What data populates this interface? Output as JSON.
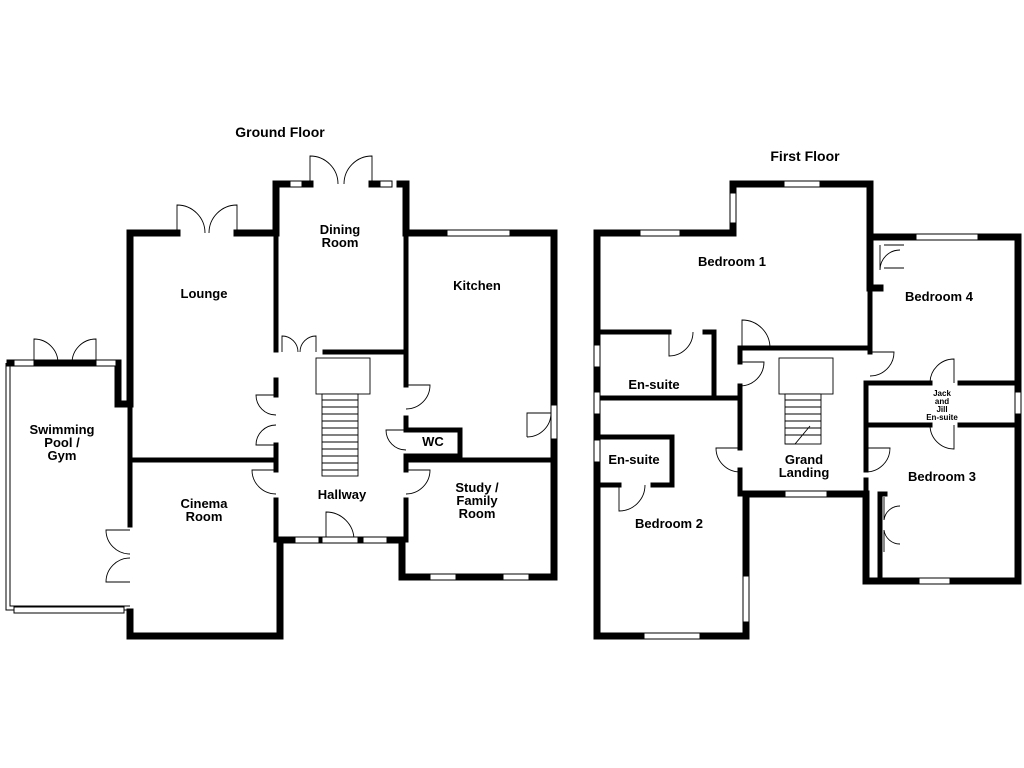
{
  "floors": {
    "ground": {
      "title": "Ground Floor",
      "rooms": {
        "lounge": "Lounge",
        "dining_1": "Dining",
        "dining_2": "Room",
        "kitchen": "Kitchen",
        "pool_1": "Swimming",
        "pool_2": "Pool /",
        "pool_3": "Gym",
        "cinema_1": "Cinema",
        "cinema_2": "Room",
        "hallway": "Hallway",
        "wc": "WC",
        "study_1": "Study /",
        "study_2": "Family",
        "study_3": "Room"
      }
    },
    "first": {
      "title": "First Floor",
      "rooms": {
        "bedroom1": "Bedroom 1",
        "bedroom4": "Bedroom 4",
        "ensuite_a": "En-suite",
        "ensuite_b": "En-suite",
        "jj_1": "Jack",
        "jj_2": "and",
        "jj_3": "Jill",
        "jj_4": "En-suite",
        "landing_1": "Grand",
        "landing_2": "Landing",
        "bedroom3": "Bedroom 3",
        "bedroom2": "Bedroom 2"
      }
    }
  }
}
